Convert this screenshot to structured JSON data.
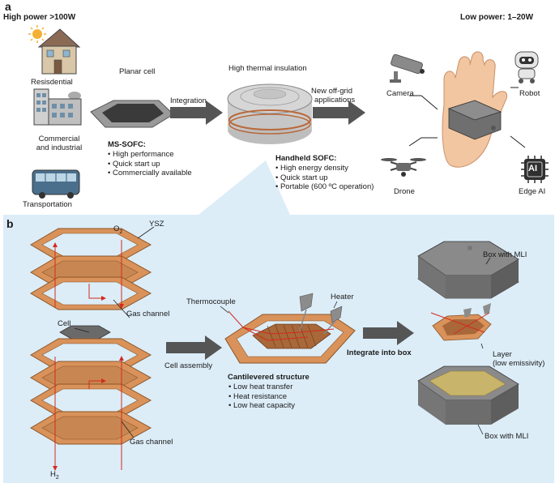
{
  "panel_a": {
    "letter": "a",
    "high_power": "High power >100W",
    "low_power": "Low power: 1–20W",
    "residential": "Resisdential",
    "commercial_line1": "Commercial",
    "commercial_line2": "and industrial",
    "transportation": "Transportation",
    "planar_cell": "Planar cell",
    "integration": "Integration",
    "thermal_insulation": "High thermal insulation",
    "offgrid_line1": "New off-grid",
    "offgrid_line2": "applications",
    "ms_sofc_title": "MS-SOFC:",
    "ms_sofc_points": [
      "High performance",
      "Quick start up",
      "Commercially available"
    ],
    "handheld_title": "Handheld SOFC:",
    "handheld_points": [
      "High energy density",
      "Quick start up",
      "Portable (600 ºC operation)"
    ],
    "camera": "Camera",
    "robot": "Robot",
    "drone": "Drone",
    "edge_ai": "Edge AI",
    "ai_chip_text": "AI"
  },
  "panel_b": {
    "letter": "b",
    "o2": "O",
    "o2_sub": "2",
    "h2": "H",
    "h2_sub": "2",
    "ysz": "YSZ",
    "gas_channel_top": "Gas channel",
    "cell": "Cell",
    "gas_channel_bottom": "Gas channel",
    "cell_assembly": "Cell assembly",
    "thermocouple": "Thermocouple",
    "heater": "Heater",
    "cantilevered_title": "Cantilevered structure",
    "cantilevered_points": [
      "Low heat transfer",
      "Heat resistance",
      "Low heat capacity"
    ],
    "integrate_box": "Integrate into box",
    "box_mli_top": "Box with MLI",
    "layer_line1": "Layer",
    "layer_line2": "(low emissivity)",
    "box_mli_bottom": "Box with MLI"
  },
  "colors": {
    "panel_b_bg": "#dcedf8",
    "copper": "#d9925a",
    "copper_dark": "#a0602e",
    "arrow_gray": "#555555",
    "box_gray": "#7d7d7d",
    "red_line": "#d42a1e",
    "gold_layer": "#c8b46a"
  }
}
